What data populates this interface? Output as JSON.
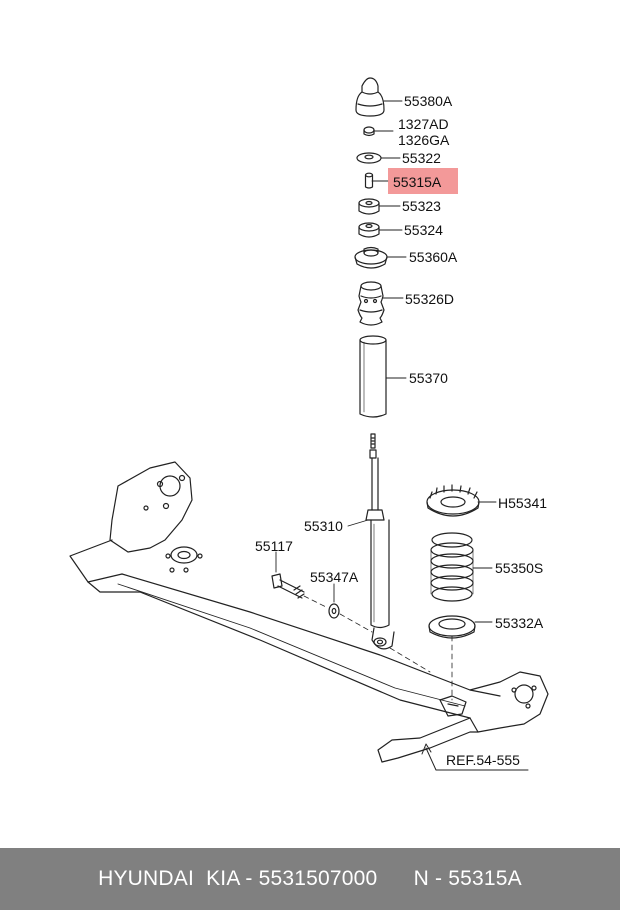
{
  "parts": {
    "p55380a": "55380A",
    "p1327ad": "1327AD",
    "p1326ga": "1326GA",
    "p55322": "55322",
    "p55315a": "55315A",
    "p55323": "55323",
    "p55324": "55324",
    "p55360a": "55360A",
    "p55326d": "55326D",
    "p55370": "55370",
    "p55310": "55310",
    "pH55341": "H55341",
    "p55117": "55117",
    "p55347a": "55347A",
    "p55350s": "55350S",
    "p55332a": "55332A",
    "ref": "REF.54-555"
  },
  "highlight_color": "#f08080",
  "footer": {
    "brand": "HYUNDAI  KIA - 5531507000",
    "part_ref": "N - 55315A"
  }
}
